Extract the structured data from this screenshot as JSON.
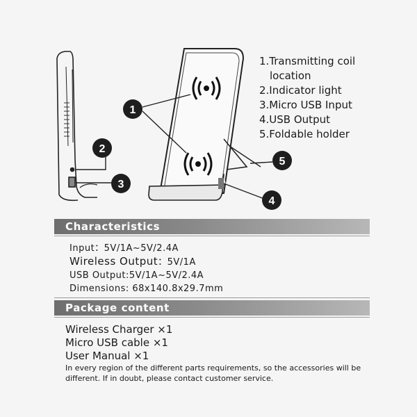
{
  "legend": {
    "item1_line1": "1.Transmitting coil",
    "item1_line2": "location",
    "item2": "2.Indicator light",
    "item3": "3.Micro USB Input",
    "item4": "4.USB Output",
    "item5": "5.Foldable holder"
  },
  "callouts": [
    "1",
    "2",
    "3",
    "4",
    "5"
  ],
  "characteristics": {
    "title": "Characteristics",
    "input": "Input：5V/1A~5V/2.4A",
    "wireless_pre": "Wireless ",
    "wireless_big": "Output",
    "wireless_post": "：5V/1A",
    "usb_output": "USB Output:5V/1A~5V/2.4A",
    "dimensions": "Dimensions: 68x140.8x29.7mm"
  },
  "package": {
    "title": "Package content",
    "items": [
      "Wireless Charger ×1",
      "Micro USB cable ×1",
      "User Manual ×1"
    ],
    "note": "In every region of the different parts requirements, so the accessories will be different. If in doubt, please contact customer service."
  },
  "colors": {
    "callout": "#1e1e1e",
    "bar_dark": "#6e6e6e",
    "bar_light": "#b7b7b7"
  },
  "icons": [
    "wireless-signal-icon",
    "wireless-signal-icon"
  ]
}
